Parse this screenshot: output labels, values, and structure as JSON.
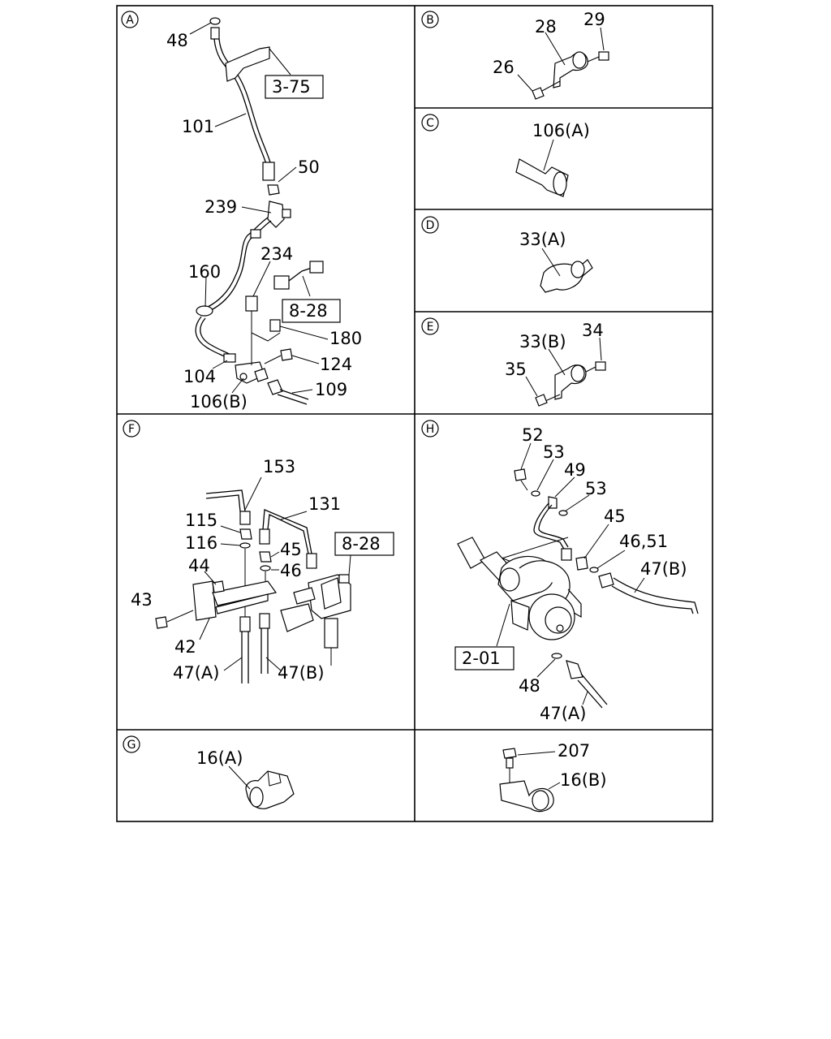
{
  "panels": {
    "A": {
      "marker": "A",
      "labels": {
        "p48": "48",
        "p101": "101",
        "p50": "50",
        "p239": "239",
        "p160": "160",
        "p234": "234",
        "p180": "180",
        "p124": "124",
        "p104": "104",
        "p106b": "106(B)",
        "p109": "109"
      },
      "refs": {
        "r375": "3-75",
        "r828": "8-28"
      }
    },
    "B": {
      "marker": "B",
      "labels": {
        "p28": "28",
        "p29": "29",
        "p26": "26"
      }
    },
    "C": {
      "marker": "C",
      "labels": {
        "p106a": "106(A)"
      }
    },
    "D": {
      "marker": "D",
      "labels": {
        "p33a": "33(A)"
      }
    },
    "E": {
      "marker": "E",
      "labels": {
        "p33b": "33(B)",
        "p34": "34",
        "p35": "35"
      }
    },
    "F": {
      "marker": "F",
      "labels": {
        "p153": "153",
        "p131": "131",
        "p115": "115",
        "p116": "116",
        "p45": "45",
        "p46": "46",
        "p44": "44",
        "p43": "43",
        "p42": "42",
        "p47a": "47(A)",
        "p47b": "47(B)"
      },
      "refs": {
        "r828": "8-28"
      }
    },
    "H": {
      "marker": "H",
      "labels": {
        "p52": "52",
        "p53a": "53",
        "p49": "49",
        "p53b": "53",
        "p45": "45",
        "p4651": "46,51",
        "p47b": "47(B)",
        "p48": "48",
        "p47a": "47(A)"
      },
      "refs": {
        "r201": "2-01"
      }
    },
    "G": {
      "marker": "G",
      "labels": {
        "p16a": "16(A)"
      }
    },
    "I": {
      "labels": {
        "p207": "207",
        "p16b": "16(B)"
      }
    }
  }
}
